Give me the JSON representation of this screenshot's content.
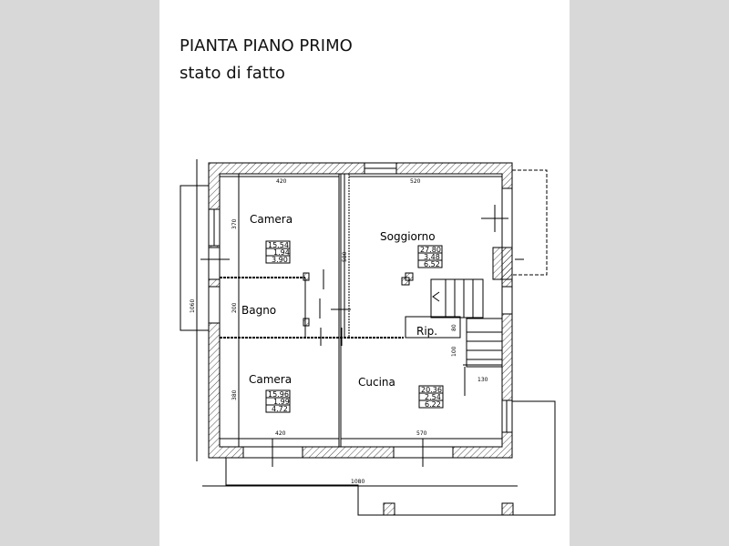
{
  "title": "PIANTA PIANO PRIMO",
  "subtitle": "stato di fatto",
  "rooms": [
    {
      "name": "Camera",
      "values": [
        "15.54",
        "1.94",
        "3.90"
      ]
    },
    {
      "name": "Soggiorno",
      "values": [
        "27.80",
        "3.48",
        "6.52"
      ]
    },
    {
      "name": "Bagno"
    },
    {
      "name": "Rip."
    },
    {
      "name": "Camera",
      "values": [
        "15.96",
        "1.99",
        "4.72"
      ]
    },
    {
      "name": "Cucina",
      "values": [
        "20.36",
        "2.54",
        "6.22"
      ]
    }
  ],
  "dimensions": {
    "top_left": "420",
    "top_right": "520",
    "camera_top_height": "370",
    "soggiorno_height": "580",
    "bagno_height": "200",
    "camera_bottom_height": "380",
    "rip_height": "80",
    "stair_height": "100",
    "stair_width": "130",
    "bottom_left": "420",
    "bottom_right": "570",
    "total_height": "1060",
    "total_width": "1080"
  }
}
